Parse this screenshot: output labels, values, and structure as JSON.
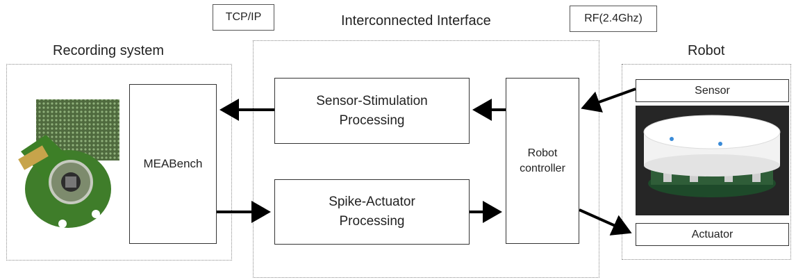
{
  "tags": {
    "left": "TCP/IP",
    "right": "RF(2.4Ghz)"
  },
  "regions": {
    "center_title": "Interconnected Interface",
    "left_title": "Recording system",
    "right_title": "Robot"
  },
  "blocks": {
    "meabench": "MEABench",
    "sensor_stim": "Sensor-Stimulation\nProcessing",
    "spike_act": "Spike-Actuator\nProcessing",
    "robot_controller": "Robot\ncontroller",
    "sensor": "Sensor",
    "actuator": "Actuator"
  }
}
